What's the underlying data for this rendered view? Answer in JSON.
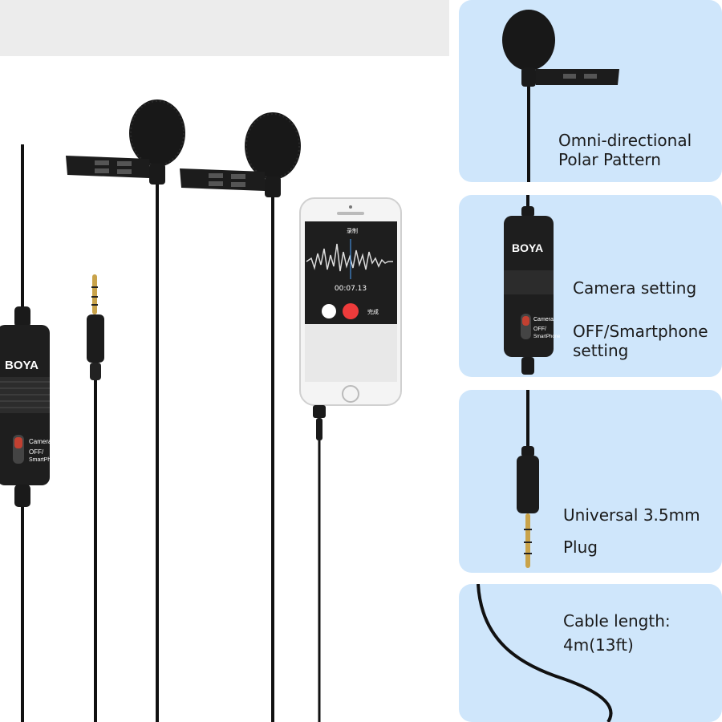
{
  "product": {
    "brand": "BOYA",
    "switch_labels": {
      "camera": "Camera",
      "off": "OFF/",
      "smartphone": "SmartPhone"
    },
    "phone_screen": {
      "timer": "00:07.13",
      "save_text": "完成",
      "tab_text": "录制"
    }
  },
  "features": [
    {
      "line1": "Omni-directional",
      "line2": "Polar Pattern"
    },
    {
      "line1": "Camera setting",
      "line2": "OFF/Smartphone",
      "line3": "setting"
    },
    {
      "line1": "Universal 3.5mm",
      "line2": "Plug"
    },
    {
      "line1": "Cable length:",
      "line2": "4m(13ft)"
    }
  ],
  "colors": {
    "panel_bg": "#cfe6fb",
    "cable": "#111111",
    "gold": "#c9a34a",
    "record_red": "#ee3b3b"
  }
}
